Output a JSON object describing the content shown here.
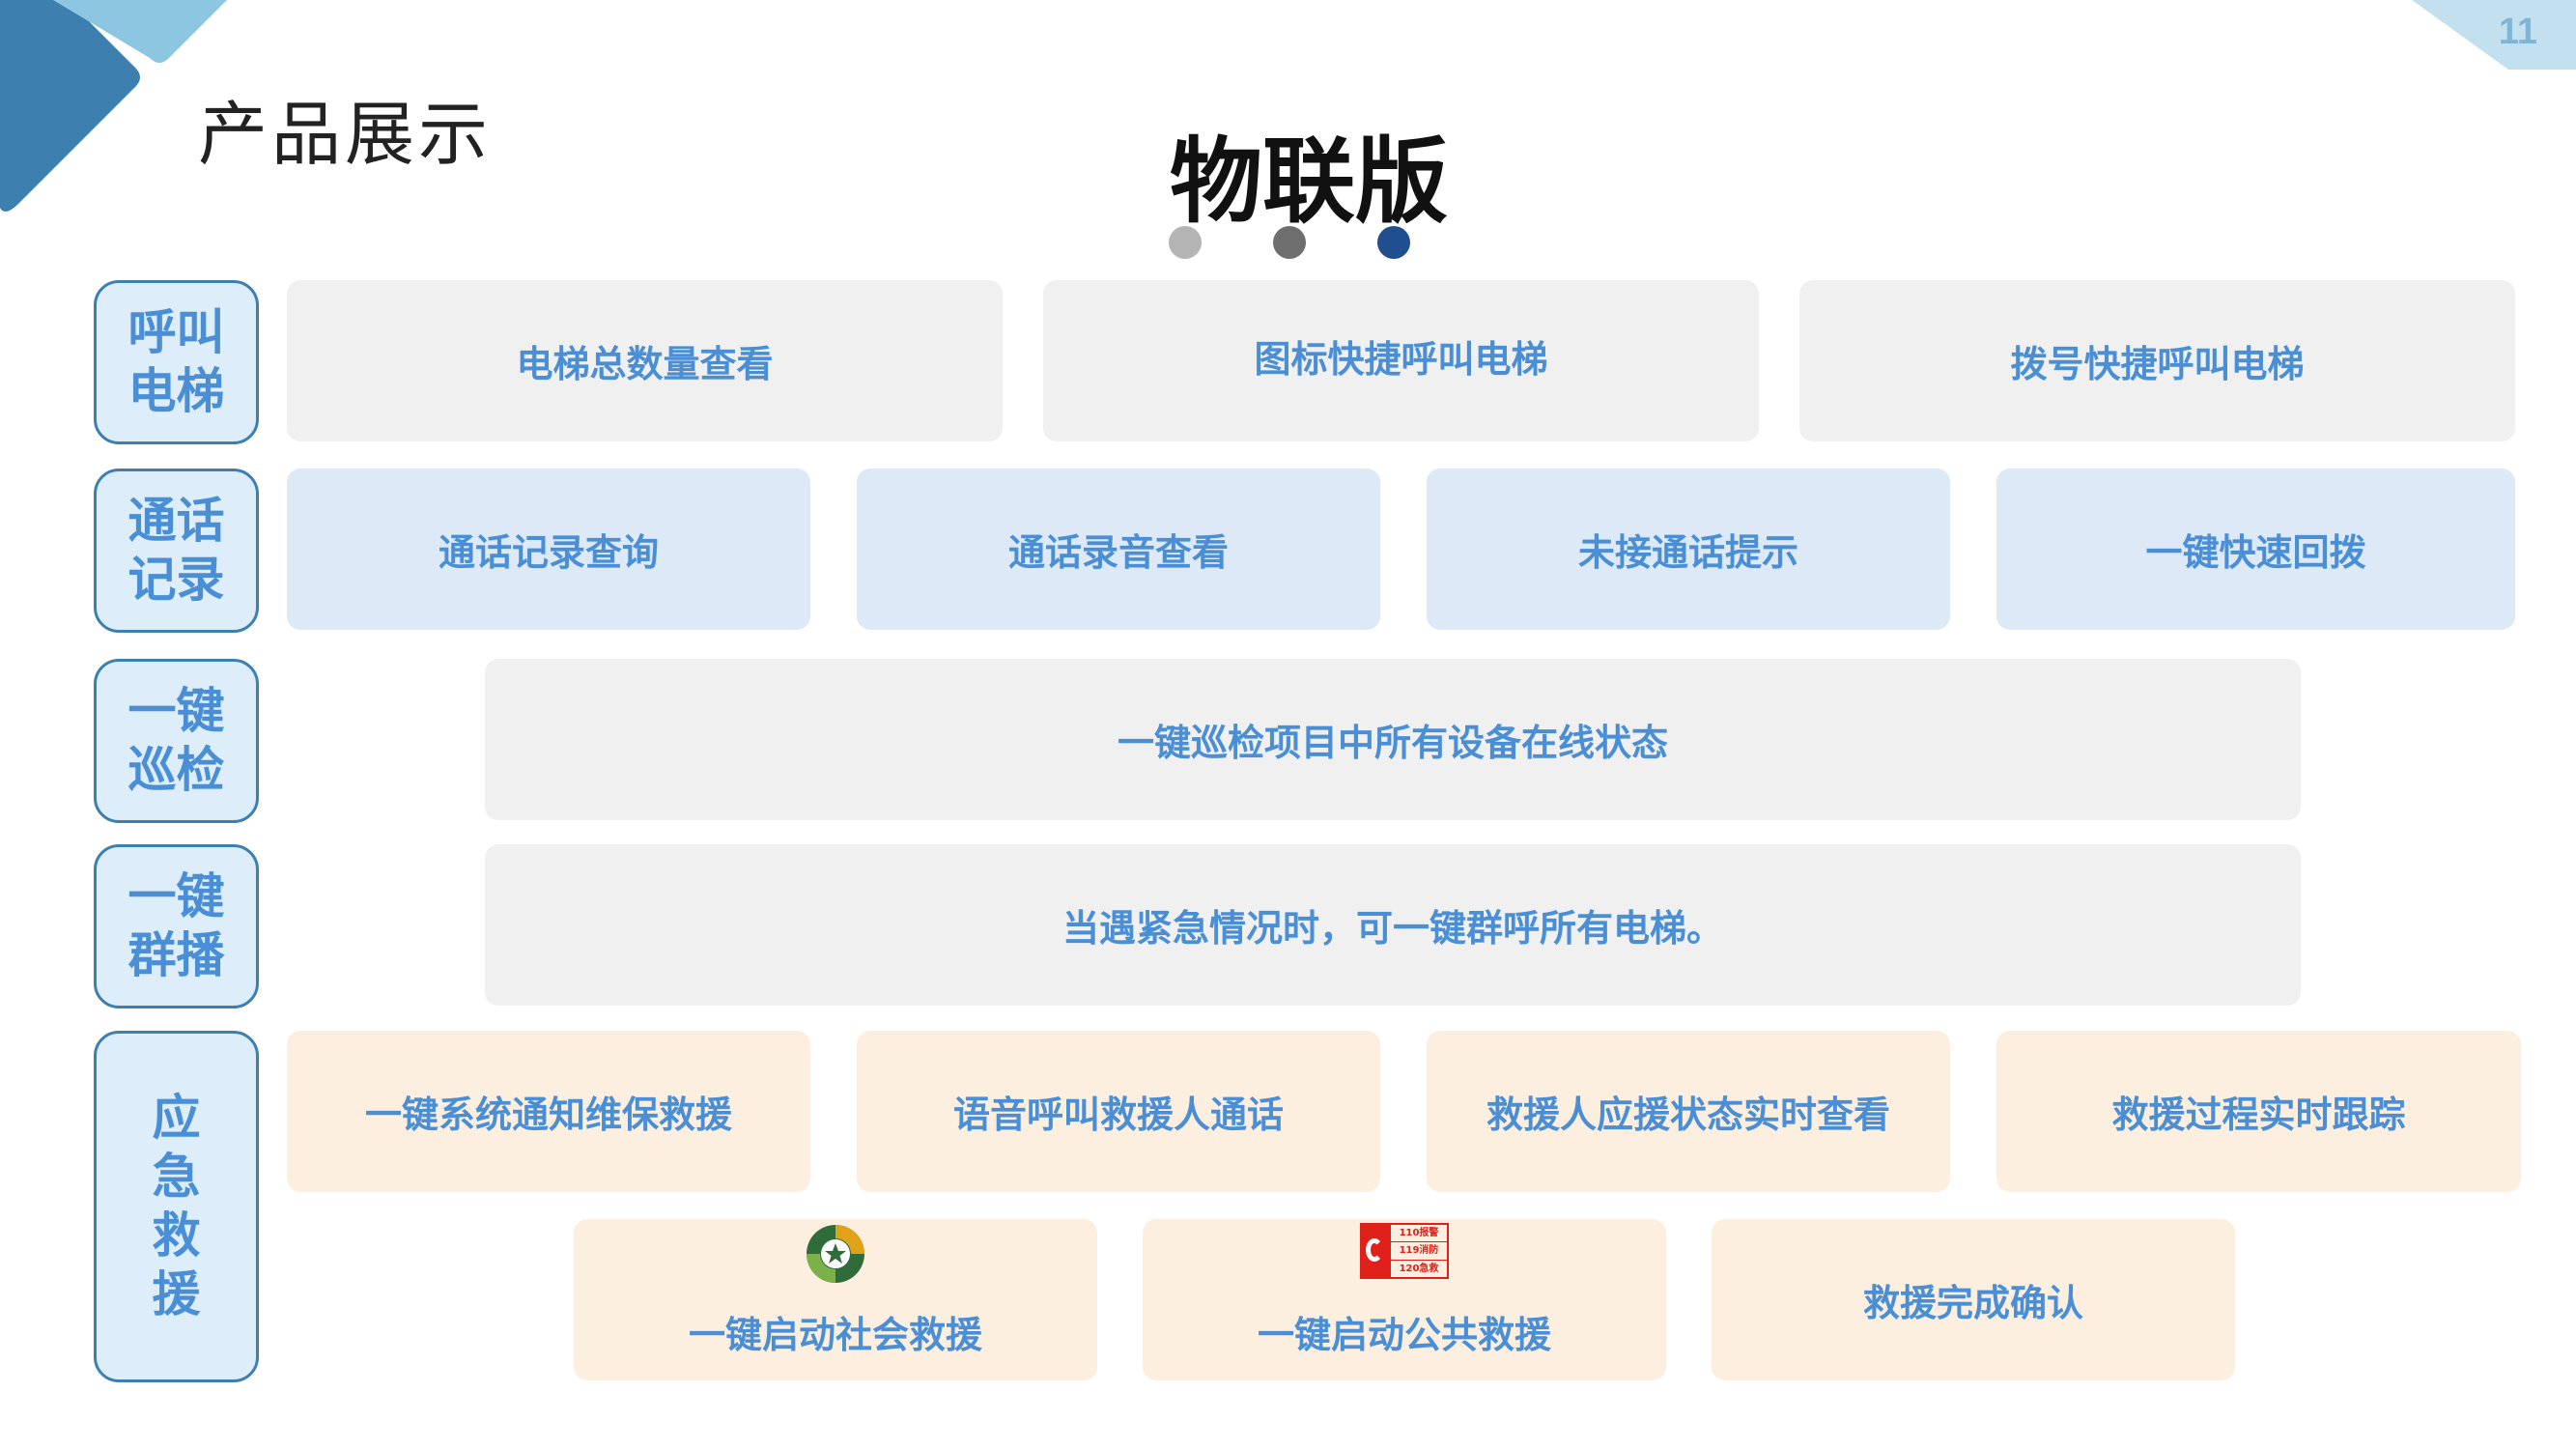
{
  "page": {
    "number": "11",
    "section_title": "产品展示",
    "main_title": "物联版"
  },
  "colors": {
    "accent_text": "#4a8fd6",
    "deco_dark": "#3d7fae",
    "deco_light": "#8dc6e0",
    "dot_1": "#b4b4b4",
    "dot_2": "#6e6e6e",
    "dot_3": "#1f4f8e"
  },
  "rows": {
    "call_elevator": {
      "label": "呼叫电梯",
      "items": [
        "电梯总数量查看",
        "图标快捷呼叫电梯",
        "拨号快捷呼叫电梯"
      ]
    },
    "call_records": {
      "label": "通话记录",
      "items": [
        "通话记录查询",
        "通话录音查看",
        "未接通话提示",
        "一键快速回拨"
      ]
    },
    "inspection": {
      "label": "一键巡检",
      "items": [
        "一键巡检项目中所有设备在线状态"
      ]
    },
    "broadcast": {
      "label": "一键群播",
      "items": [
        "当遇紧急情况时，可一键群呼所有电梯。"
      ]
    },
    "emergency": {
      "label": "应急救援",
      "items": [
        "一键系统通知维保救援",
        "语音呼叫救援人通话",
        "救援人应援状态实时查看",
        "救援过程实时跟踪",
        "一键启动社会救援",
        "一键启动公共救援",
        "救援完成确认"
      ],
      "icons": [
        "rescue-badge-icon",
        "public-emergency-hotline-icon"
      ],
      "hotline_lines": [
        "110报警",
        "119消防",
        "120急救"
      ]
    }
  }
}
